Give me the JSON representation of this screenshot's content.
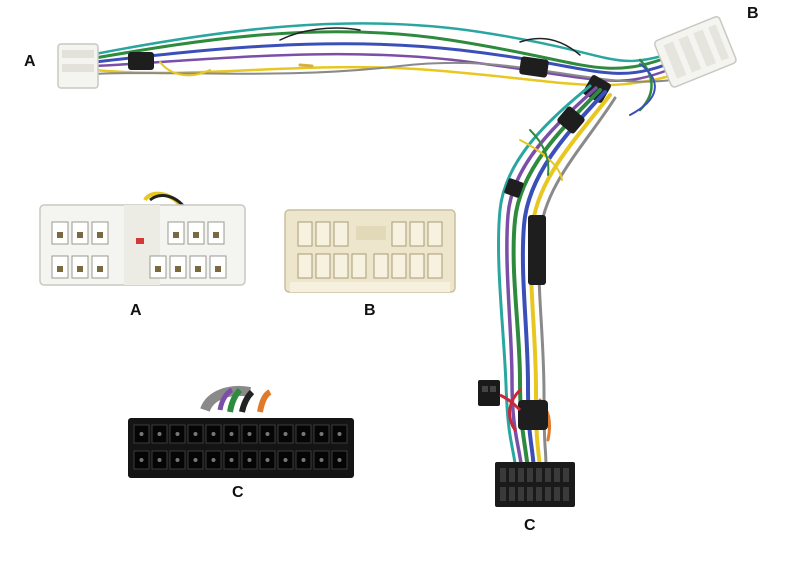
{
  "labels": {
    "a_top": "A",
    "b_top": "B",
    "a_connector": "A",
    "b_connector": "B",
    "c_connector": "C",
    "c_bottom": "C"
  },
  "colors": {
    "connector_white": "#f4f4f0",
    "connector_cream": "#ede6cc",
    "connector_black": "#1a1a1a",
    "wire_green": "#2e8b3d",
    "wire_blue": "#3a4fb8",
    "wire_yellow": "#e8c820",
    "wire_purple": "#7b4fa8",
    "wire_red": "#c8283a",
    "wire_orange": "#e07a2a",
    "wire_gray": "#8a8a8a",
    "wire_black": "#222222",
    "wire_teal": "#2aa6a0"
  }
}
